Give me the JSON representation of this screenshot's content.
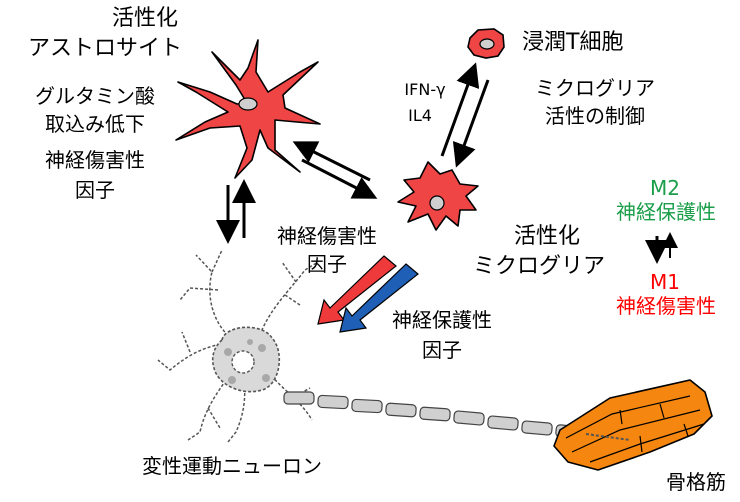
{
  "astrocyte": {
    "title_line1": "活性化",
    "title_line2": "アストロサイト",
    "effect_line1": "グルタミン酸",
    "effect_line2": "取込み低下",
    "factor_line1": "神経傷害性",
    "factor_line2": "因子"
  },
  "tcell": {
    "title": "浸潤T細胞",
    "role_line1": "ミクログリア",
    "role_line2": "活性の制御",
    "cytokine1": "IFN-γ",
    "cytokine2": "IL4"
  },
  "microglia": {
    "title_line1": "活性化",
    "title_line2": "ミクログリア"
  },
  "phenotype": {
    "m2_label": "M2",
    "m2_desc": "神経保護性",
    "m1_label": "M1",
    "m1_desc": "神経傷害性",
    "m2_color": "#1a9e4a",
    "m1_color": "#ff0000"
  },
  "arrows": {
    "toxic_line1": "神経傷害性",
    "toxic_line2": "因子",
    "protective_line1": "神経保護性",
    "protective_line2": "因子",
    "toxic_color": "#ee3a3a",
    "protective_color": "#1f5fb5"
  },
  "neuron": {
    "label": "変性運動ニューロン"
  },
  "muscle": {
    "label": "骨格筋",
    "color": "#f5860f"
  }
}
